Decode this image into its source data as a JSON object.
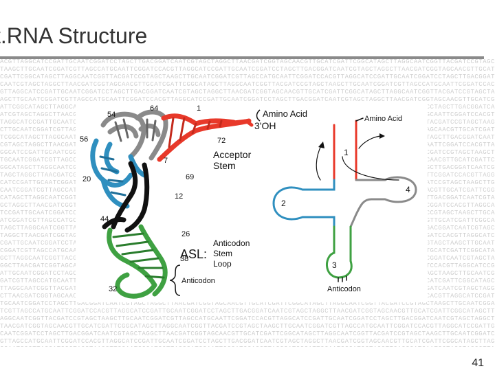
{
  "title": "t.RNA Structure",
  "page_number": "41",
  "background_sequence": "ACGTTAGGCATCCGATTGCAATCGGATCCTAGCTTGACGGATCAATCGTAGCTAGGCTTAACGATCGGTAGCAACGTTGCATCGATTCGGCATAGCTTAGGCAATCGGTTACGATCCGTAGCTAAGCTTGCAATCGGATCGTTAGCCATGCAATTCGGATCC",
  "left_diagram": {
    "labels": {
      "n64": "64",
      "n1": "1",
      "n54": "54",
      "n56": "56",
      "n72": "72",
      "n7": "7",
      "n69": "69",
      "n20": "20",
      "n12": "12",
      "n44": "44",
      "n26": "26",
      "n38": "38",
      "n32": "32",
      "amino_acid": "Amino Acid",
      "three_oh": "3'OH",
      "acceptor": "Acceptor",
      "stem": "Stem",
      "anticodon_1": "Anticodon",
      "stem_2": "Stem",
      "loop": "Loop",
      "asl": "ASL:",
      "anticodon_bracket": "Anticodon"
    }
  },
  "right_diagram": {
    "labels": {
      "amino_acid": "Amino Acid",
      "n1": "1",
      "n2": "2",
      "n3": "3",
      "n4": "4",
      "anticodon": "Anticodon"
    }
  },
  "colors": {
    "acceptor": "#e8392a",
    "d_arm": "#2f8fbf",
    "tpsi_arm": "#8a8a8a",
    "anticodon_arm": "#3fa142",
    "variable_loop": "#111111"
  }
}
